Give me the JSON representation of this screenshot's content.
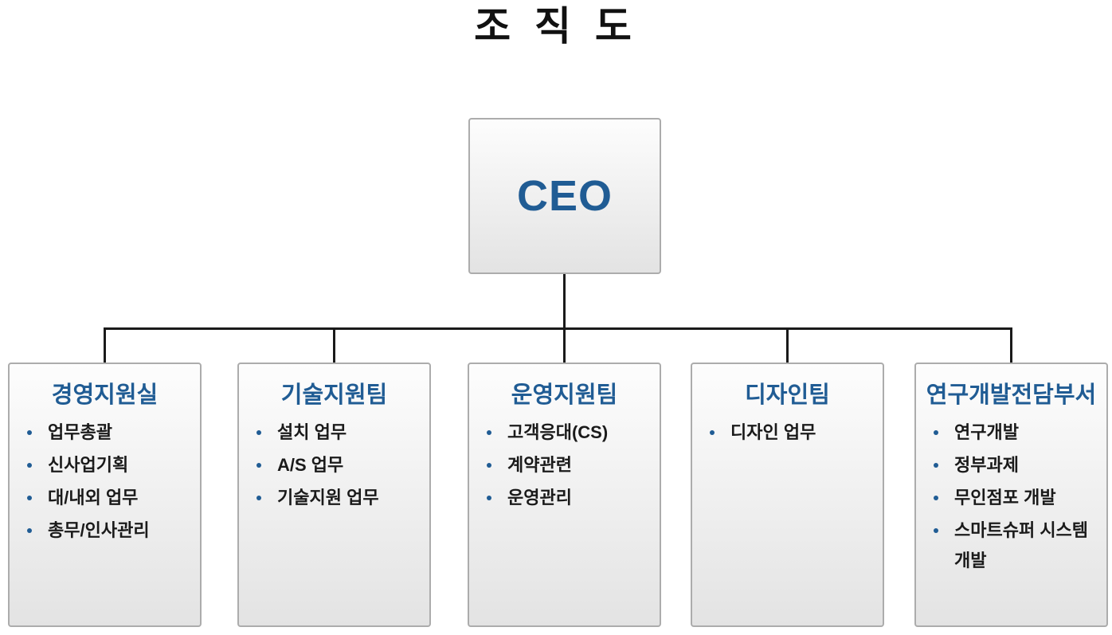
{
  "title": "조 직 도",
  "root": {
    "label": "CEO"
  },
  "colors": {
    "accent": "#205C94",
    "line": "#1a1a1a",
    "border": "#acacac",
    "box_top": "#fdfdfd",
    "box_bottom": "#e3e3e3",
    "text": "#1a1a1a"
  },
  "departments": [
    {
      "name": "경영지원실",
      "duties": [
        "업무총괄",
        "신사업기획",
        "대/내외 업무",
        "총무/인사관리"
      ]
    },
    {
      "name": "기술지원팀",
      "duties": [
        "설치 업무",
        "A/S 업무",
        "기술지원 업무"
      ]
    },
    {
      "name": "운영지원팀",
      "duties": [
        "고객응대(CS)",
        "계약관련",
        "운영관리"
      ]
    },
    {
      "name": "디자인팀",
      "duties": [
        "디자인 업무"
      ]
    },
    {
      "name": "연구개발전담부서",
      "duties": [
        "연구개발",
        "정부과제",
        "무인점포 개발",
        "스마트슈퍼 시스템 개발"
      ]
    }
  ]
}
